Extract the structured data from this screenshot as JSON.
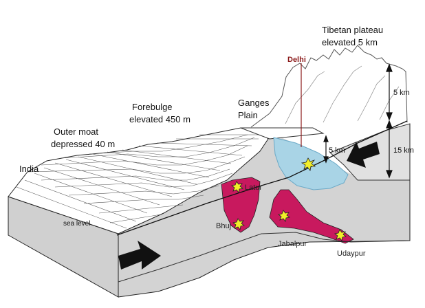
{
  "labels": {
    "tibetan_plateau_line1": "Tibetan plateau",
    "tibetan_plateau_line2": "elevated 5 km",
    "delhi": "Delhi",
    "ganges_line1": "Ganges",
    "ganges_line2": "Plain",
    "forebulge_line1": "Forebulge",
    "forebulge_line2": "elevated 450 m",
    "outer_moat_line1": "Outer moat",
    "outer_moat_line2": "depressed 40 m",
    "india": "India",
    "sea_level": "sea level",
    "latur": "Latur",
    "bhuj": "Bhuj",
    "jabalpur": "Jabalpur",
    "udaypur": "Udaypur",
    "dim_5km_plateau": "5 km",
    "dim_15km": "15 km",
    "dim_5km_slab": "5 km"
  },
  "colors": {
    "block_side": "#d3d3d3",
    "block_top": "#ffffff",
    "mesh_line": "#555555",
    "red_zone": "#c8195e",
    "blue_zone": "#a9d4e6",
    "outline": "#222222",
    "arrow": "#111111",
    "delhi_line": "#8b1a1a",
    "quake_star": "#f2ee2a"
  }
}
